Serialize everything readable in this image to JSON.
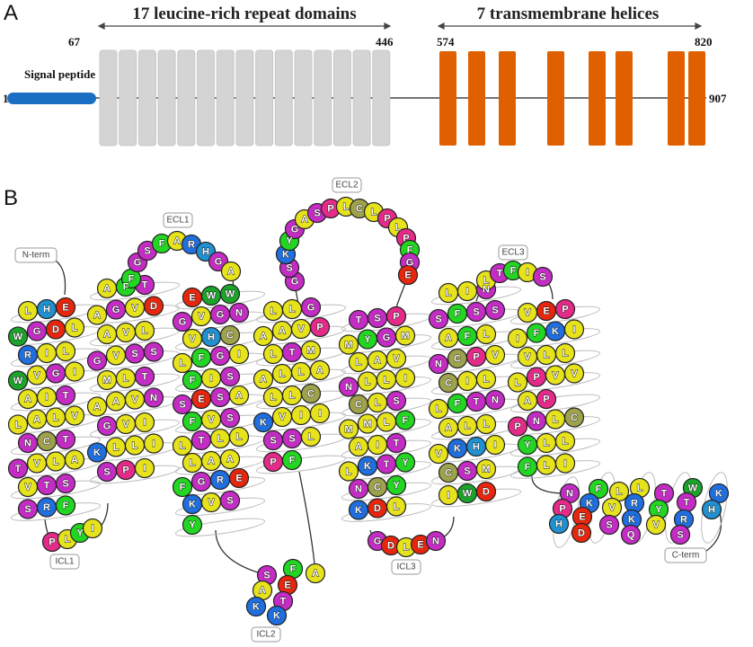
{
  "panel_a": {
    "label": "A",
    "lrr_title": "17 leucine-rich repeat domains",
    "tm_title": "7 transmembrane helices",
    "signal_label": "Signal peptide",
    "pos_start": "1",
    "pos_end": "907",
    "pos_lrr_start": "67",
    "pos_lrr_end": "446",
    "pos_tm_start": "574",
    "pos_tm_end": "820",
    "colors": {
      "signal": "#1a6fc4",
      "lrr": "#d4d4d4",
      "tm": "#e06000"
    }
  },
  "panel_b": {
    "label": "B",
    "loop_labels": {
      "nterm": "N-term",
      "ecl1": "ECL1",
      "ecl2": "ECL2",
      "ecl3": "ECL3",
      "icl1": "ICL1",
      "icl2": "ICL2",
      "icl3": "ICL3",
      "cterm": "C-term"
    },
    "helices": {
      "tm1": [
        "LHE",
        "WGDL",
        "RIL",
        "WVGI",
        "AIT",
        "LALV",
        "NCT",
        "TVLA",
        "VTS",
        "SRF"
      ],
      "tm2": [
        "AFT",
        "AGVD",
        "AVL",
        "GVSS",
        "MLT",
        "AAVN",
        "GVI",
        "KLLI",
        "SPI"
      ],
      "tm3": [
        "EWW",
        "GVGN",
        "VHC",
        "LFGI",
        "FIS",
        "SESA",
        "FVS",
        "LTLL",
        "LAA",
        "FGRE",
        "KVS",
        "Y"
      ],
      "tm4": [
        "LLG",
        "AAVP",
        "LTM",
        "ALLA",
        "LLC",
        "KVII",
        "SSL",
        "PF"
      ],
      "tm5": [
        "TSP",
        "MYGM",
        "LAV",
        "NLLI",
        "CLS",
        "MMLF",
        "AIT",
        "LKTY",
        "NCY",
        "KDL"
      ],
      "tm6": [
        "LIN",
        "SFSS",
        "AFL",
        "NCPV",
        "CIL",
        "LFTN",
        "ALL",
        "VKHI",
        "CSM",
        "IWD"
      ],
      "tm7": [
        "VEP",
        "IFKI",
        "VLL",
        "LPVV",
        "AP",
        "PNLC",
        "YLL",
        "FLI"
      ]
    },
    "loops": {
      "icl1": "PLYI",
      "ecl1": "FGSFARHGA",
      "icl2": "SAKFETKA",
      "ecl2": "GSKYGASPLCLPLPFGE",
      "icl3": "GDLEN",
      "ecl3": "LTFIS",
      "h8": "NPHFKEDLVSLRKQTYVWTRSKH"
    },
    "residue_colors": {
      "A": "#e6e21c",
      "V": "#e6e21c",
      "L": "#e6e21c",
      "I": "#e6e21c",
      "M": "#e6e21c",
      "F": "#22d622",
      "Y": "#22d622",
      "W": "#1aa52a",
      "S": "#c52cc5",
      "T": "#c52cc5",
      "N": "#c52cc5",
      "Q": "#c52cc5",
      "G": "#c52cc5",
      "P": "#e52a8a",
      "C": "#9ea24a",
      "K": "#1f6fe0",
      "R": "#1f6fe0",
      "H": "#1f90d0",
      "D": "#e8260e",
      "E": "#e8260e"
    }
  }
}
